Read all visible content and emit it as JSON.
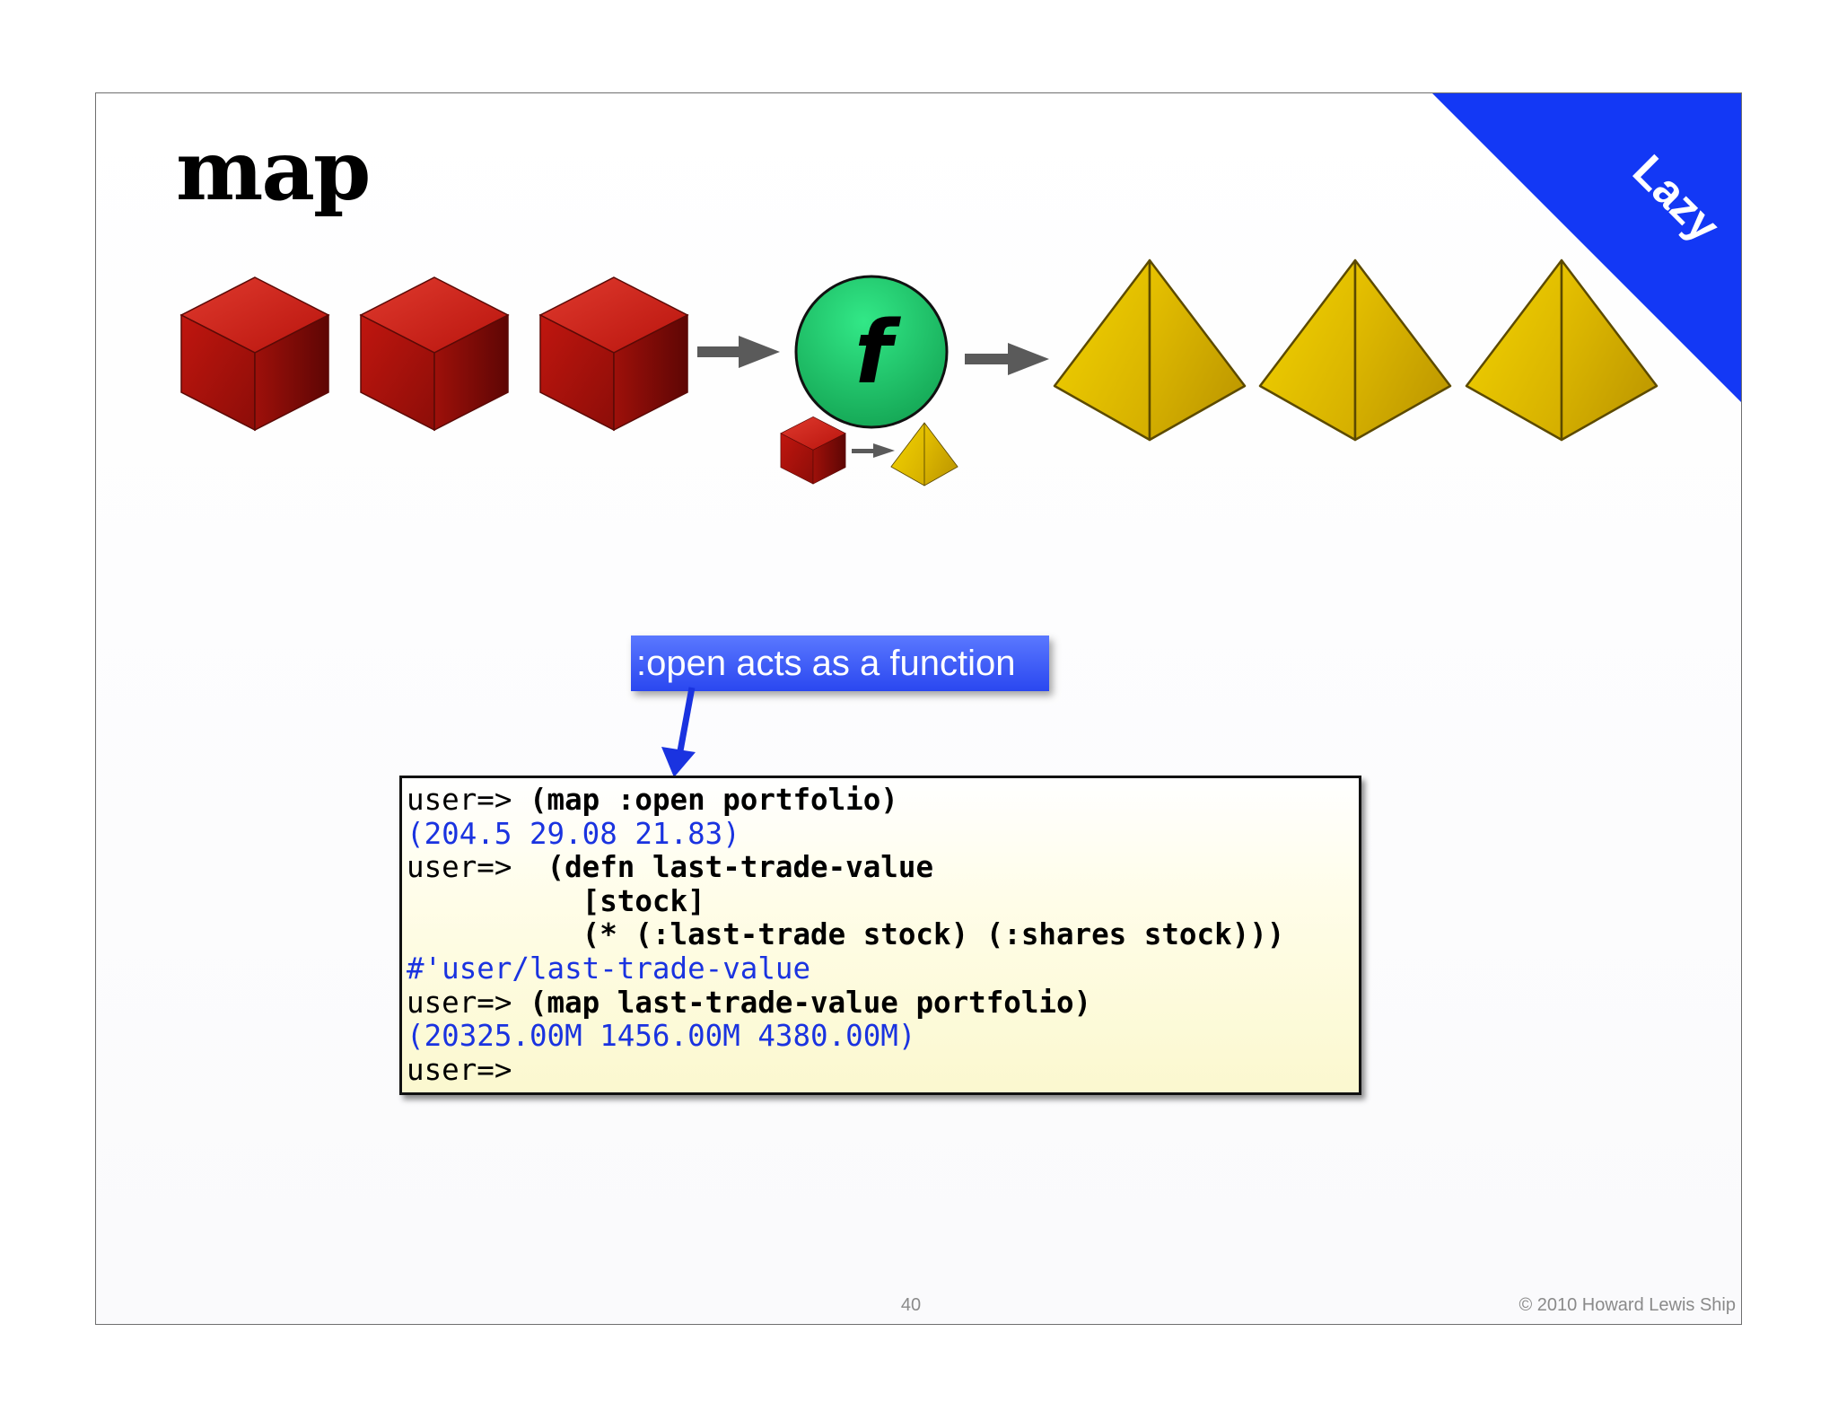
{
  "slide": {
    "title": "map",
    "badge": "Lazy",
    "function_label": "f",
    "callout": ":open acts as a function",
    "page_number": "40",
    "copyright": "© 2010 Howard Lewis Ship"
  },
  "colors": {
    "badge_blue": "#1338f5",
    "cube_red": "#c41a12",
    "pyramid_yellow": "#e8c400",
    "function_green": "#1fbf6a",
    "output_blue": "#1a33e0"
  },
  "code": {
    "lines": [
      {
        "prompt": "user=>",
        "cmd": " (map :open portfolio)",
        "out": ""
      },
      {
        "prompt": "",
        "cmd": "",
        "out": "(204.5 29.08 21.83)"
      },
      {
        "prompt": "user=>",
        "cmd": "  (defn last-trade-value",
        "out": ""
      },
      {
        "prompt": "",
        "cmd": "          [stock]",
        "out": ""
      },
      {
        "prompt": "",
        "cmd": "          (* (:last-trade stock) (:shares stock)))",
        "out": ""
      },
      {
        "prompt": "",
        "cmd": "",
        "out": "#'user/last-trade-value"
      },
      {
        "prompt": "user=>",
        "cmd": " (map last-trade-value portfolio)",
        "out": ""
      },
      {
        "prompt": "",
        "cmd": "",
        "out": "(20325.00M 1456.00M 4380.00M)"
      },
      {
        "prompt": "user=>",
        "cmd": "",
        "out": ""
      }
    ]
  }
}
